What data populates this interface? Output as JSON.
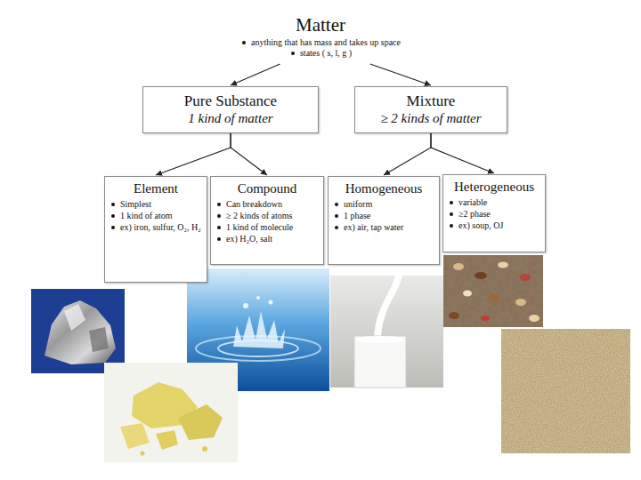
{
  "diagram": {
    "nodes": [
      {
        "text": [
          "Matter",
          "anything that has mass and takes up space",
          "states ( s, l, g )"
        ]
      },
      {
        "text": [
          "Pure Substance",
          "1 kind of matter"
        ]
      },
      {
        "text": [
          "Mixture",
          "≥ 2 kinds of matter"
        ]
      },
      {
        "text": [
          "Element",
          "Simplest",
          "1 kind of atom",
          "ex) iron, sulfur, O₂, H₂"
        ]
      },
      {
        "text": [
          "Compound",
          "Can breakdown",
          "≥ 2 kinds of atoms",
          "1 kind of molecule",
          "ex) H₂O, salt"
        ]
      },
      {
        "text": [
          "Homogeneous",
          "uniform",
          "1 phase",
          "ex) air, tap water"
        ]
      },
      {
        "text": [
          "Heterogeneous",
          "variable",
          "≥2 phase",
          "ex) soup, OJ"
        ]
      }
    ],
    "edges": [
      {
        "from": 0,
        "to": 1,
        "arrow": "to"
      },
      {
        "from": 0,
        "to": 2,
        "arrow": "to"
      },
      {
        "from": 1,
        "to": 3,
        "arrow": "to"
      },
      {
        "from": 1,
        "to": 4,
        "arrow": "to"
      },
      {
        "from": 2,
        "to": 5,
        "arrow": "to"
      },
      {
        "from": 2,
        "to": 6,
        "arrow": "to"
      }
    ]
  }
}
